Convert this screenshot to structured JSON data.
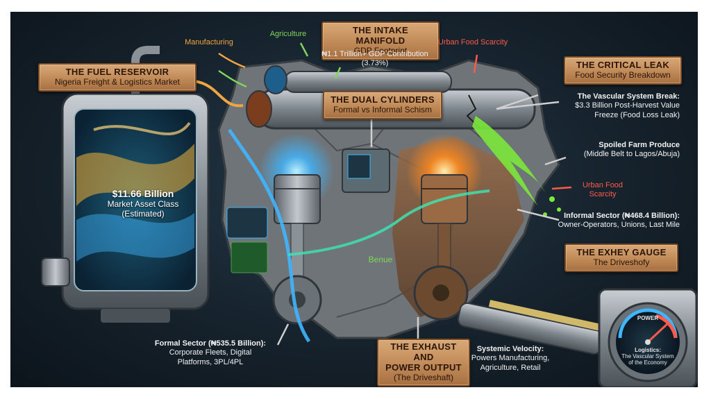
{
  "fuel_reservoir": {
    "title": "The Fuel Reservoir",
    "subtitle": "Nigeria Freight & Logistics Market"
  },
  "tank": {
    "value": "$11.66 Billion",
    "line1": "Market Asset Class",
    "line2": "(Estimated)"
  },
  "intake_manifold": {
    "title": "The Intake Manifold",
    "subtitle": "GDP Footprint"
  },
  "gdp_contribution": {
    "line1": "₦1.1 Trillion+ GDP Contribution",
    "line2": "(3.73%)"
  },
  "inputs": {
    "manufacturing": "Manufacturing",
    "agriculture": "Agriculture",
    "urban_food_scarcity_top": "Urban Food Scarcity"
  },
  "dual_cylinders": {
    "title": "The Dual Cylinders",
    "subtitle": "Formal vs Informal Schism"
  },
  "critical_leak": {
    "title": "The Critical Leak",
    "subtitle": "Food Security Breakdown"
  },
  "vascular_break": {
    "title": "The Vascular System Break:",
    "line1": "$3.3 Billion Post-Harvest Value",
    "line2": "Freeze (Food Loss Leak)"
  },
  "spoiled_produce": {
    "title": "Spoiled Farm Produce",
    "line1": "(Middle Belt to Lagos/Abuja)"
  },
  "urban_food_scarcity_right": {
    "line1": "Urban Food",
    "line2": "Scarcity"
  },
  "informal_sector": {
    "title": "Informal Sector (₦468.4 Billion):",
    "line1": "Owner-Operators, Unions, Last Mile"
  },
  "exhey_gauge": {
    "title": "The Exhey Gauge",
    "subtitle": "The Driveshofy"
  },
  "river_label": "Benue",
  "formal_sector": {
    "title": "Formal Sector (₦535.5 Billion):",
    "line1": "Corporate Fleets, Digital",
    "line2": "Platforms, 3PL/4PL"
  },
  "exhaust": {
    "title": "The Exhaust and",
    "title2": "Power Output",
    "subtitle": "(The Driveshaft)"
  },
  "systemic_velocity": {
    "title": "Systemic Velocity:",
    "line1": "Powers Manufacturing,",
    "line2": "Agriculture, Retail"
  },
  "gauge": {
    "dial_label": "POWER",
    "line1": "Logistics:",
    "line2": "The Vascular System",
    "line3": "of the Economy"
  },
  "colors": {
    "formal_glow": "#3fb6ff",
    "informal_glow": "#ff8a1e",
    "leak": "#7be83a",
    "plaque": "#c08a58",
    "background": "#16222c"
  }
}
